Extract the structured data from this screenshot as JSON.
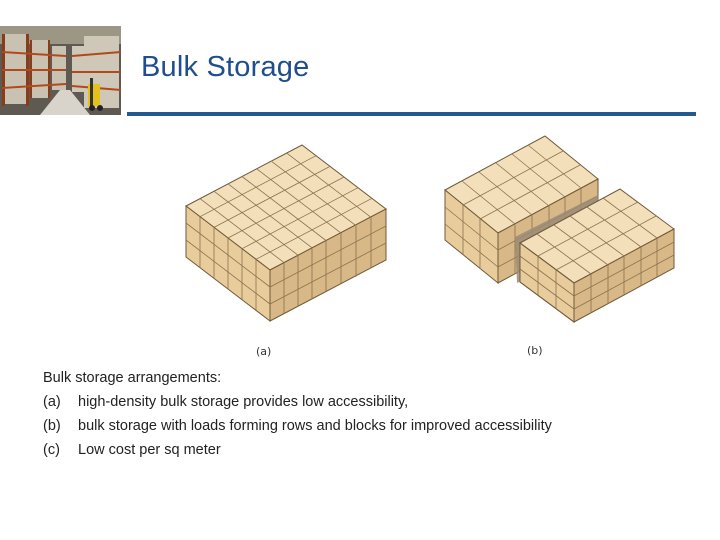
{
  "title": "Bulk Storage",
  "figure": {
    "label_a": "(a)",
    "label_b": "(b)"
  },
  "caption": {
    "intro": "Bulk storage arrangements:",
    "items": [
      {
        "tag": "(a)",
        "text": "high-density bulk storage provides low accessibility,"
      },
      {
        "tag": "(b)",
        "text": "bulk storage with loads forming rows and blocks for improved accessibility"
      },
      {
        "tag": "(c)",
        "text": "Low cost per sq meter"
      }
    ]
  },
  "colors": {
    "title": "#1f4e8e",
    "rule": "#23598f",
    "box_top": "#f3dfb9",
    "box_front": "#e8cc9b",
    "box_side": "#d7b886",
    "aisle": "#9a8b77"
  },
  "images": [
    {
      "name": "warehouse-photo",
      "description_visible": false
    }
  ]
}
